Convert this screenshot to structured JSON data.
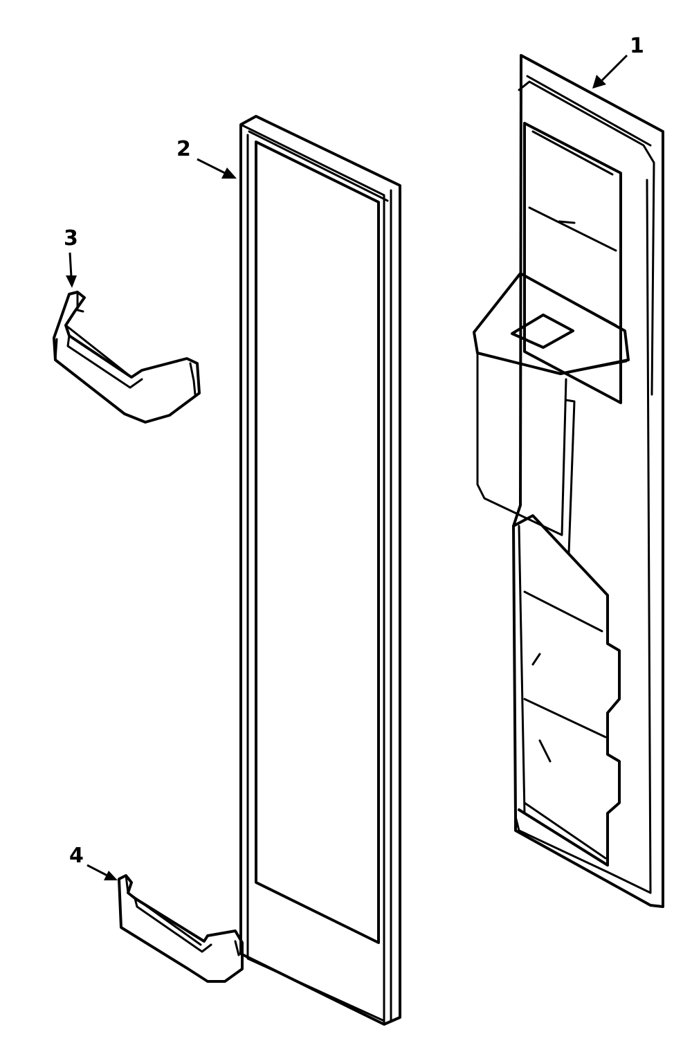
{
  "diagram": {
    "callouts": [
      {
        "id": "1",
        "label": "1",
        "part": "door-liner"
      },
      {
        "id": "2",
        "label": "2",
        "part": "door-gasket"
      },
      {
        "id": "3",
        "label": "3",
        "part": "door-bin-large"
      },
      {
        "id": "4",
        "label": "4",
        "part": "door-bin-small"
      }
    ],
    "colors": {
      "line": "#000000",
      "background": "#ffffff"
    }
  }
}
